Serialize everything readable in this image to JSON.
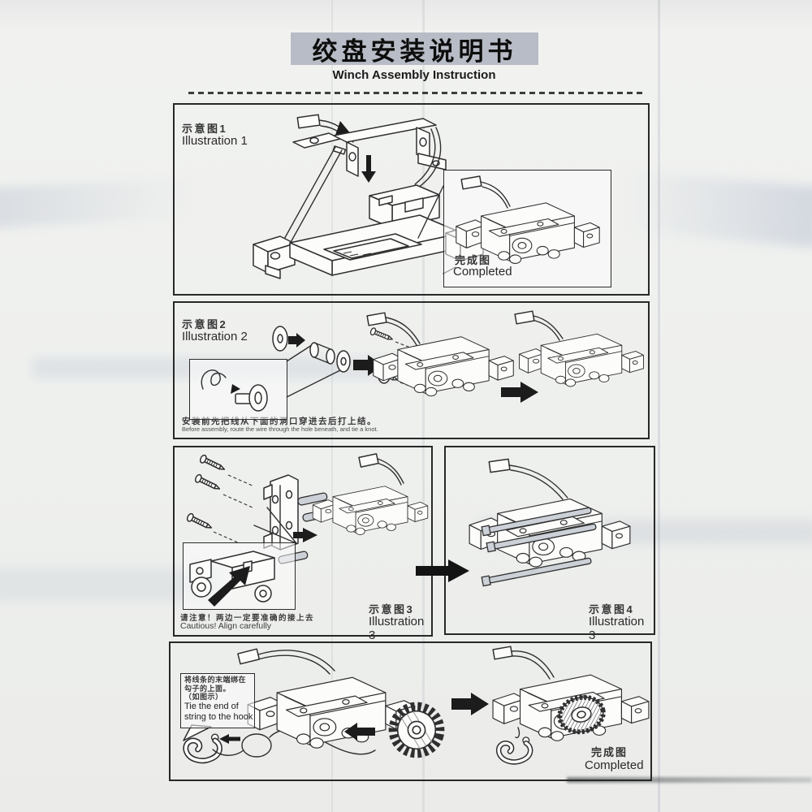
{
  "header": {
    "title_cn": "绞盘安装说明书",
    "title_en": "Winch Assembly Instruction"
  },
  "panel1": {
    "label_cn": "示意图1",
    "label_en": "Illustration 1",
    "inset_caption_cn": "完成图",
    "inset_caption_en": "Completed"
  },
  "panel2": {
    "label_cn": "示意图2",
    "label_en": "Illustration 2",
    "note_cn": "安装前先把线从下面的洞口穿进去后打上结。",
    "note_en": "Before assembly, route the wire through the hole beneath, and tie a knot."
  },
  "panel3_left": {
    "label_cn": "示意图3",
    "label_en": "Illustration 3",
    "caution_cn": "请注意！两边一定要准确的接上去",
    "caution_en": "Cautious! Align carefully"
  },
  "panel3_right": {
    "label_cn": "示意图4",
    "label_en": "Illustration 3"
  },
  "panel4": {
    "callout_cn_1": "将线条的末端绑在",
    "callout_cn_2": "勾子的上面。",
    "callout_cn_3": "（如图示）",
    "callout_en_1": "Tie the end of",
    "callout_en_2": "string to the hook",
    "caption_cn": "完成图",
    "caption_en": "Completed"
  },
  "colors": {
    "paper": "#eef0ee",
    "ink": "#2f2f2f",
    "title_bg": "#b7bcc6",
    "pin_gray": "#ccd1d8"
  }
}
